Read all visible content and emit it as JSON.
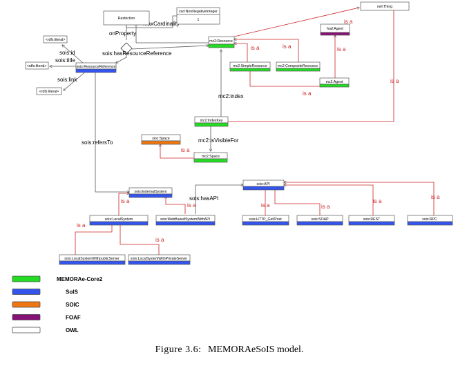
{
  "colors": {
    "memorae": "#22dd22",
    "sois": "#3355ee",
    "soic": "#ee7711",
    "foaf": "#881177",
    "owl": "#ffffff",
    "isa": "#cc2222",
    "edge": "#555555"
  },
  "nodes": {
    "restriction": "Restriction",
    "nonneg": "xsd:NonNegativeInteger",
    "nonneg_value": "1",
    "owl_thing": "owl:Thing",
    "foaf_agent": "foaf:Agent",
    "mc2_resource": "mc2:Resource",
    "mc2_simple": "mc2:SimpleResource",
    "mc2_composite": "mc2:CompositeResource",
    "mc2_agent": "mc2:Agent",
    "rdfs_literal_1": "<rdfs:literal>",
    "rdfs_literal_2": "<rdfs:literal>",
    "rdfs_literal_3": "<rdfs:literal>",
    "sois_resref": "sois:ResourceReference",
    "mc2_indexkey": "mc2:IndexKey",
    "sioc_space": "sioc:Space",
    "mc2_space": "mc2:Space",
    "sois_api": "sois:API",
    "sois_external": "sois:ExternalSystem",
    "sois_local": "sois:LocalSystem",
    "sois_webbased": "sois:WebBasedSystemWithAPI",
    "sois_http": "sois:HTTP_Get/Post",
    "sois_soap": "sois:SOAP",
    "sois_rest": "sois:REST",
    "sois_rpc": "sois:RPC",
    "sois_public": "sois:LocalSystemWithpublicServer",
    "sois_private": "sois:LocalSystemWithPrivateServer"
  },
  "edges": {
    "max_cardinality": "maxCardinality",
    "on_property": "onProperty",
    "has_resource_reference": "sois:hasResourceReference",
    "sois_id": "sois:id",
    "sois_title": "sois:title",
    "sois_link": "sois:link",
    "mc2_index": "mc2:index",
    "mc2_is_visible_for": "mc2:isVisibleFor",
    "sois_refers_to": "sois:refersTo",
    "sois_has_api": "sois:hasAPI",
    "is_a": "is a"
  },
  "legend": [
    {
      "label": "MEMORAe-Core2",
      "color": "#22dd22"
    },
    {
      "label": "SoIS",
      "color": "#3355ee"
    },
    {
      "label": "SOIC",
      "color": "#ee7711"
    },
    {
      "label": "FOAF",
      "color": "#881177"
    },
    {
      "label": "OWL",
      "color": "#ffffff"
    }
  ],
  "caption": {
    "prefix": "Figure 3.6:",
    "text": "MEMORAeSoIS model."
  }
}
